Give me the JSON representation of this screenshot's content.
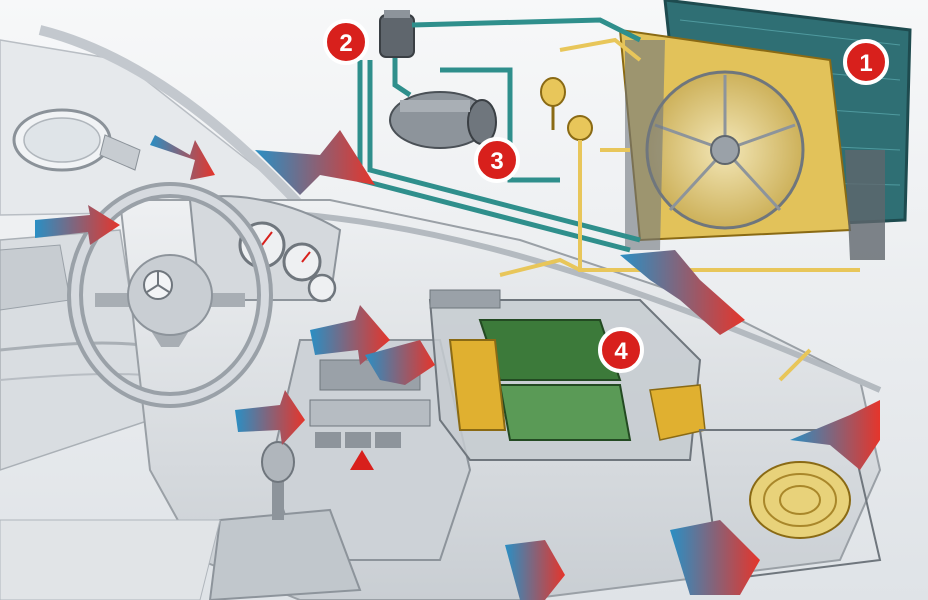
{
  "callouts": [
    {
      "num": "1",
      "part": "radiator-with-fan"
    },
    {
      "num": "2",
      "part": "receiver-dryer"
    },
    {
      "num": "3",
      "part": "compressor"
    },
    {
      "num": "4",
      "part": "heater-evaporator-box"
    }
  ],
  "colors": {
    "callout": "#d8201c",
    "hot_air": "#e5352b",
    "cold_air": "#2a8fc4",
    "coolant_line": "#e8c65a",
    "refrigerant_line": "#2f8f8c",
    "radiator": "#2f6f74",
    "fan_shroud": "#e2c25a",
    "evaporator": "#3c7a3a",
    "heater_core": "#e0b030",
    "background": "#e9ecef"
  },
  "icons": [
    "steering-wheel",
    "mercedes-star",
    "gear-shift",
    "side-mirror",
    "air-flow-arrow"
  ]
}
